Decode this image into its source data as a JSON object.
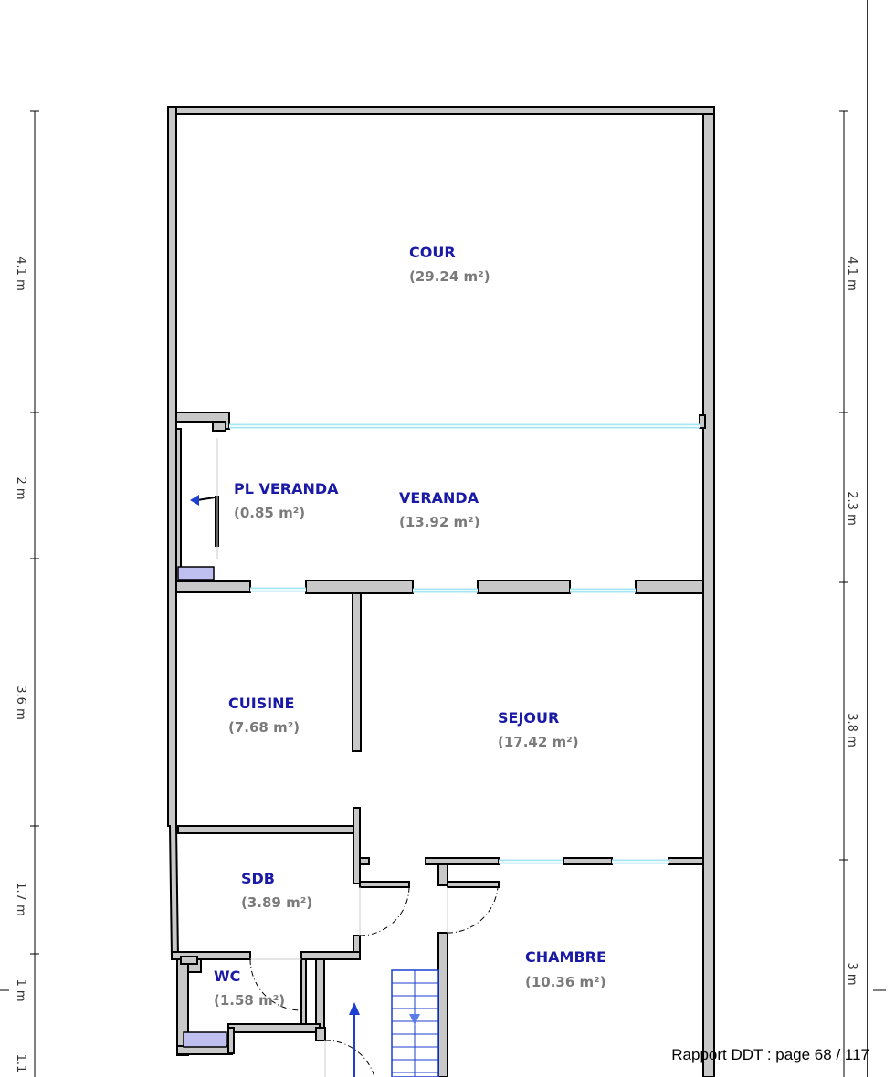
{
  "rooms": [
    {
      "name": "COUR",
      "area": "(29.24 m²)"
    },
    {
      "name": "PL VERANDA",
      "area": "(0.85 m²)"
    },
    {
      "name": "VERANDA",
      "area": "(13.92 m²)"
    },
    {
      "name": "CUISINE",
      "area": "(7.68 m²)"
    },
    {
      "name": "SEJOUR",
      "area": "(17.42 m²)"
    },
    {
      "name": "SDB",
      "area": "(3.89 m²)"
    },
    {
      "name": "WC",
      "area": "(1.58 m²)"
    },
    {
      "name": "CHAMBRE",
      "area": "(10.36 m²)"
    }
  ],
  "dimensions": {
    "left": [
      "4.1 m",
      "2 m",
      "3.6 m",
      "1.7 m",
      "1 m",
      "1.1"
    ],
    "right": [
      "4.1 m",
      "2.3 m",
      "3.8 m",
      "3 m"
    ]
  },
  "footer": "Rapport DDT : page 68 / 117",
  "colors": {
    "wall": "#c8c8c8",
    "room_name": "#1a1aa6",
    "room_area": "#7a7a7a",
    "window": "#a6e6f2",
    "fixture": "#c0c0f0",
    "stairs": "#1c3fd1"
  }
}
